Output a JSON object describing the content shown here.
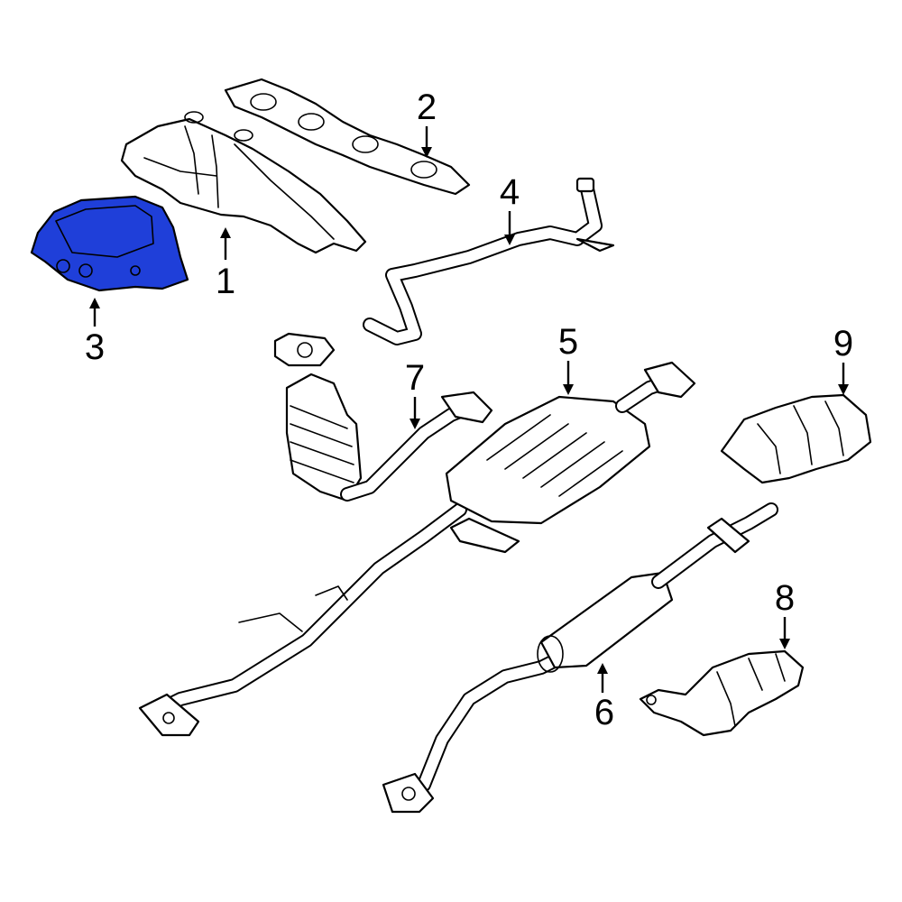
{
  "colors": {
    "highlight": "#1f3fd9",
    "line": "#000000",
    "background": "#ffffff"
  },
  "callouts": [
    {
      "id": "1",
      "label": "1"
    },
    {
      "id": "2",
      "label": "2"
    },
    {
      "id": "3",
      "label": "3"
    },
    {
      "id": "4",
      "label": "4"
    },
    {
      "id": "5",
      "label": "5"
    },
    {
      "id": "6",
      "label": "6"
    },
    {
      "id": "7",
      "label": "7"
    },
    {
      "id": "8",
      "label": "8"
    },
    {
      "id": "9",
      "label": "9"
    }
  ],
  "highlighted_part": "3"
}
